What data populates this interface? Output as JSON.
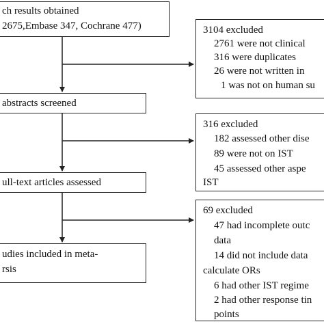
{
  "boxes": {
    "search": {
      "line1": "ch results obtained",
      "line2": "2675,Embase 347, Cochrane 477)"
    },
    "screened": {
      "line1": "abstracts screened"
    },
    "fulltext": {
      "line1": "ull-text articles assessed"
    },
    "included": {
      "line1": "udies included in meta-",
      "line2": "rsis"
    }
  },
  "exclusions": {
    "first": {
      "header": "3104 excluded",
      "items": [
        "2761 were not clinical",
        "316 were duplicates",
        "26 were not written in",
        "1 was not on human su"
      ]
    },
    "second": {
      "header": "316 excluded",
      "items": [
        "182 assessed other dise",
        "89 were not on IST",
        "45 assessed other aspe",
        "IST"
      ]
    },
    "third": {
      "header": "69 excluded",
      "items": [
        "47 had incomplete outc",
        "data",
        "14 did not include data",
        "calculate ORs",
        "6 had other IST regime",
        "2 had other response tin",
        "points"
      ]
    }
  },
  "colors": {
    "line": "#222222",
    "text": "#111111",
    "background": "#ffffff"
  }
}
